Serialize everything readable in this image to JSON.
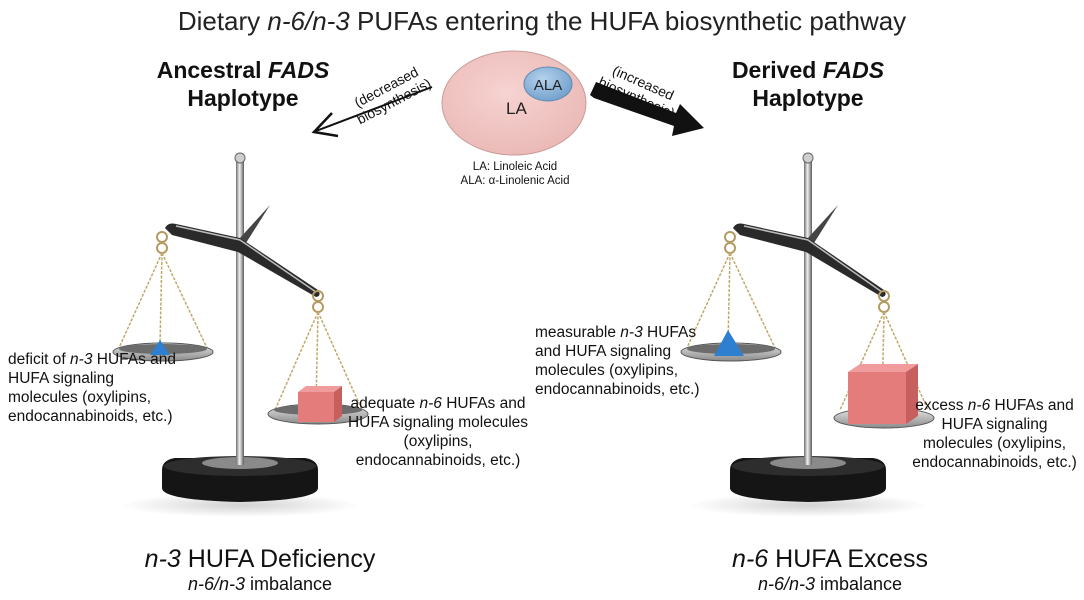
{
  "title": {
    "prefix": "Dietary ",
    "ratio": "n-6/n-3",
    "suffix": " PUFAs entering the HUFA biosynthetic pathway"
  },
  "haplotypes": {
    "left": {
      "line1_prefix": "Ancestral ",
      "line1_gene": "FADS",
      "line2": "Haplotype"
    },
    "right": {
      "line1_prefix": "Derived ",
      "line1_gene": "FADS",
      "line2": "Haplotype"
    }
  },
  "arrows": {
    "left": {
      "line1": "(decreased",
      "line2": "biosynthesis)"
    },
    "right": {
      "line1": "(increased",
      "line2": "biosynthesis)"
    }
  },
  "pool": {
    "big": "LA",
    "small": "ALA",
    "legend1": "LA: Linoleic Acid",
    "legend2": "ALA: α-Linolenic Acid"
  },
  "notes": {
    "left_n3": {
      "pre": "deficit of ",
      "ital": "n-3",
      "rest": " HUFAs and HUFA signaling molecules (oxylipins, endocannabinoids, etc.)"
    },
    "left_n6": {
      "pre": "adequate ",
      "ital": "n-6",
      "rest": " HUFAs and HUFA signaling molecules (oxylipins, endocannabinoids, etc.)"
    },
    "right_n3": {
      "pre": "measurable ",
      "ital": "n-3",
      "rest": " HUFAs and HUFA signaling molecules (oxylipins, endocannabinoids, etc.)"
    },
    "right_n6": {
      "pre": "excess ",
      "ital": "n-6",
      "rest": " HUFAs and HUFA signaling molecules (oxylipins, endocannabinoids, etc.)"
    }
  },
  "outcomes": {
    "left": {
      "ital": "n-3",
      "main": " HUFA Deficiency",
      "sub_ital": "n-6/n-3",
      "sub": " imbalance"
    },
    "right": {
      "ital": "n-6",
      "main": " HUFA Excess",
      "sub_ital": "n-6/n-3",
      "sub": " imbalance"
    }
  },
  "colors": {
    "pool_fill": "#f2c6c4",
    "ala_fill": "#8fb8dc",
    "n3_marker": "#2f7fd1",
    "n6_marker": "#e57c7c",
    "scale_base": "#151515"
  }
}
